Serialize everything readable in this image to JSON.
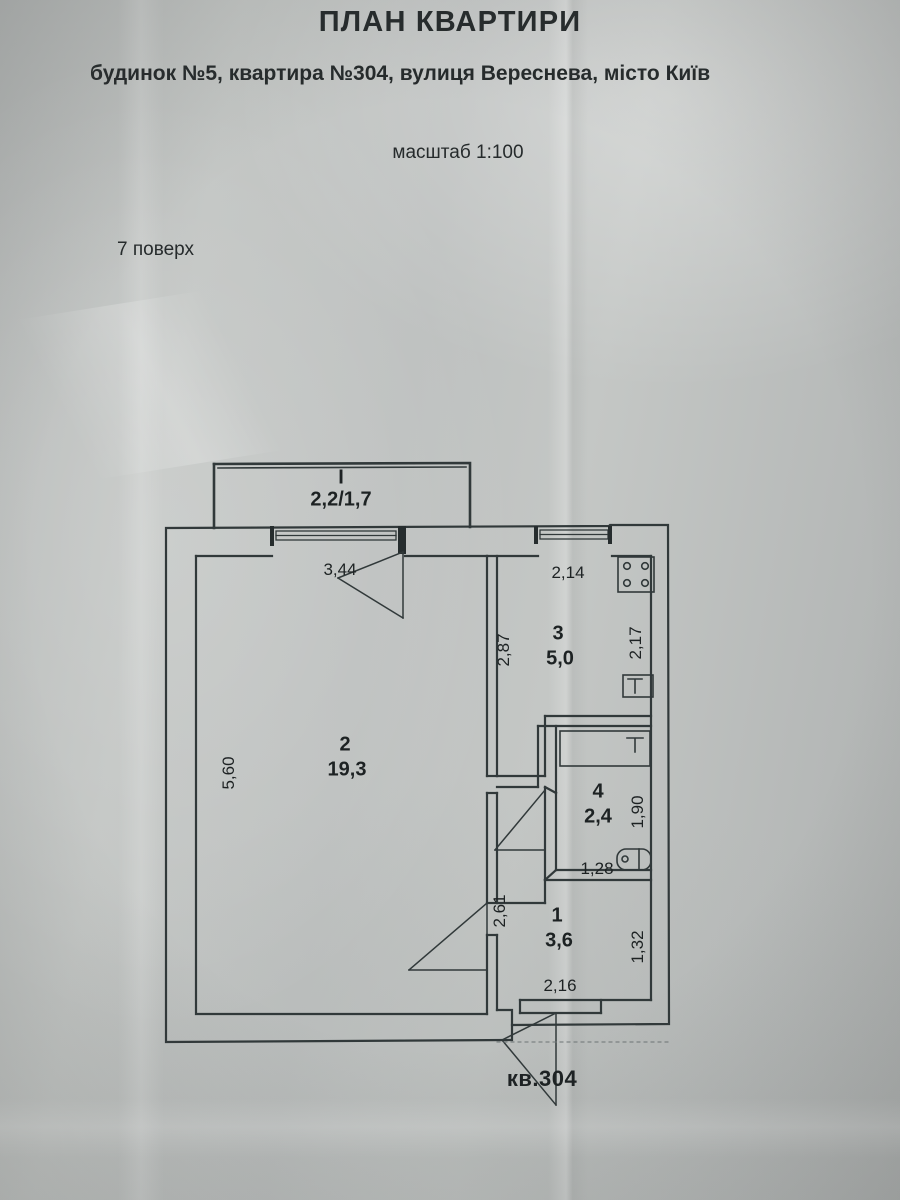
{
  "document": {
    "title": "ПЛАН КВАРТИРИ",
    "address": "будинок №5, квартира №304, вулиця Вереснева, місто Київ",
    "scale": "масштаб 1:100",
    "floor": "7 поверх",
    "apartment_label": "кв.304"
  },
  "colors": {
    "paper": "#bcbfbe",
    "ink": "#1d2223",
    "wall": "#31393a"
  },
  "chart_data": {
    "type": "diagram",
    "title": "ПЛАН КВАРТИРИ",
    "subtitle": "будинок №5, квартира №304, вулиця Вереснева, місто Київ",
    "scale": "1:100",
    "floor": "7 поверх",
    "apartment": "кв.304",
    "rooms": [
      {
        "id": "I",
        "label": "I",
        "area": "2,2/1,7",
        "name": "balcony",
        "dims": []
      },
      {
        "id": "2",
        "label": "2",
        "area": "19,3",
        "name": "living-room",
        "dims": [
          "3,44",
          "5,60"
        ]
      },
      {
        "id": "3",
        "label": "3",
        "area": "5,0",
        "name": "kitchen",
        "dims": [
          "2,14",
          "2,87",
          "2,17"
        ]
      },
      {
        "id": "4",
        "label": "4",
        "area": "2,4",
        "name": "bathroom",
        "dims": [
          "1,28",
          "1,90"
        ]
      },
      {
        "id": "1",
        "label": "1",
        "area": "3,6",
        "name": "hallway",
        "dims": [
          "2,16",
          "1,32",
          "2,61"
        ]
      }
    ],
    "dimension_labels": [
      "3,44",
      "5,60",
      "2,14",
      "2,87",
      "2,17",
      "1,28",
      "1,90",
      "2,16",
      "1,32",
      "2,61"
    ]
  },
  "plan": {
    "balcony": {
      "number": "I",
      "area": "2,2/1,7"
    },
    "room2": {
      "number": "2",
      "area": "19,3",
      "dim_top": "3,44",
      "dim_left": "5,60"
    },
    "room3": {
      "number": "3",
      "area": "5,0",
      "dim_top": "2,14",
      "dim_left": "2,87",
      "dim_right": "2,17"
    },
    "room4": {
      "number": "4",
      "area": "2,4",
      "dim_bottom": "1,28",
      "dim_right": "1,90"
    },
    "room1": {
      "number": "1",
      "area": "3,6",
      "dim_bottom": "2,16",
      "dim_right": "1,32",
      "dim_left": "2,61"
    }
  }
}
